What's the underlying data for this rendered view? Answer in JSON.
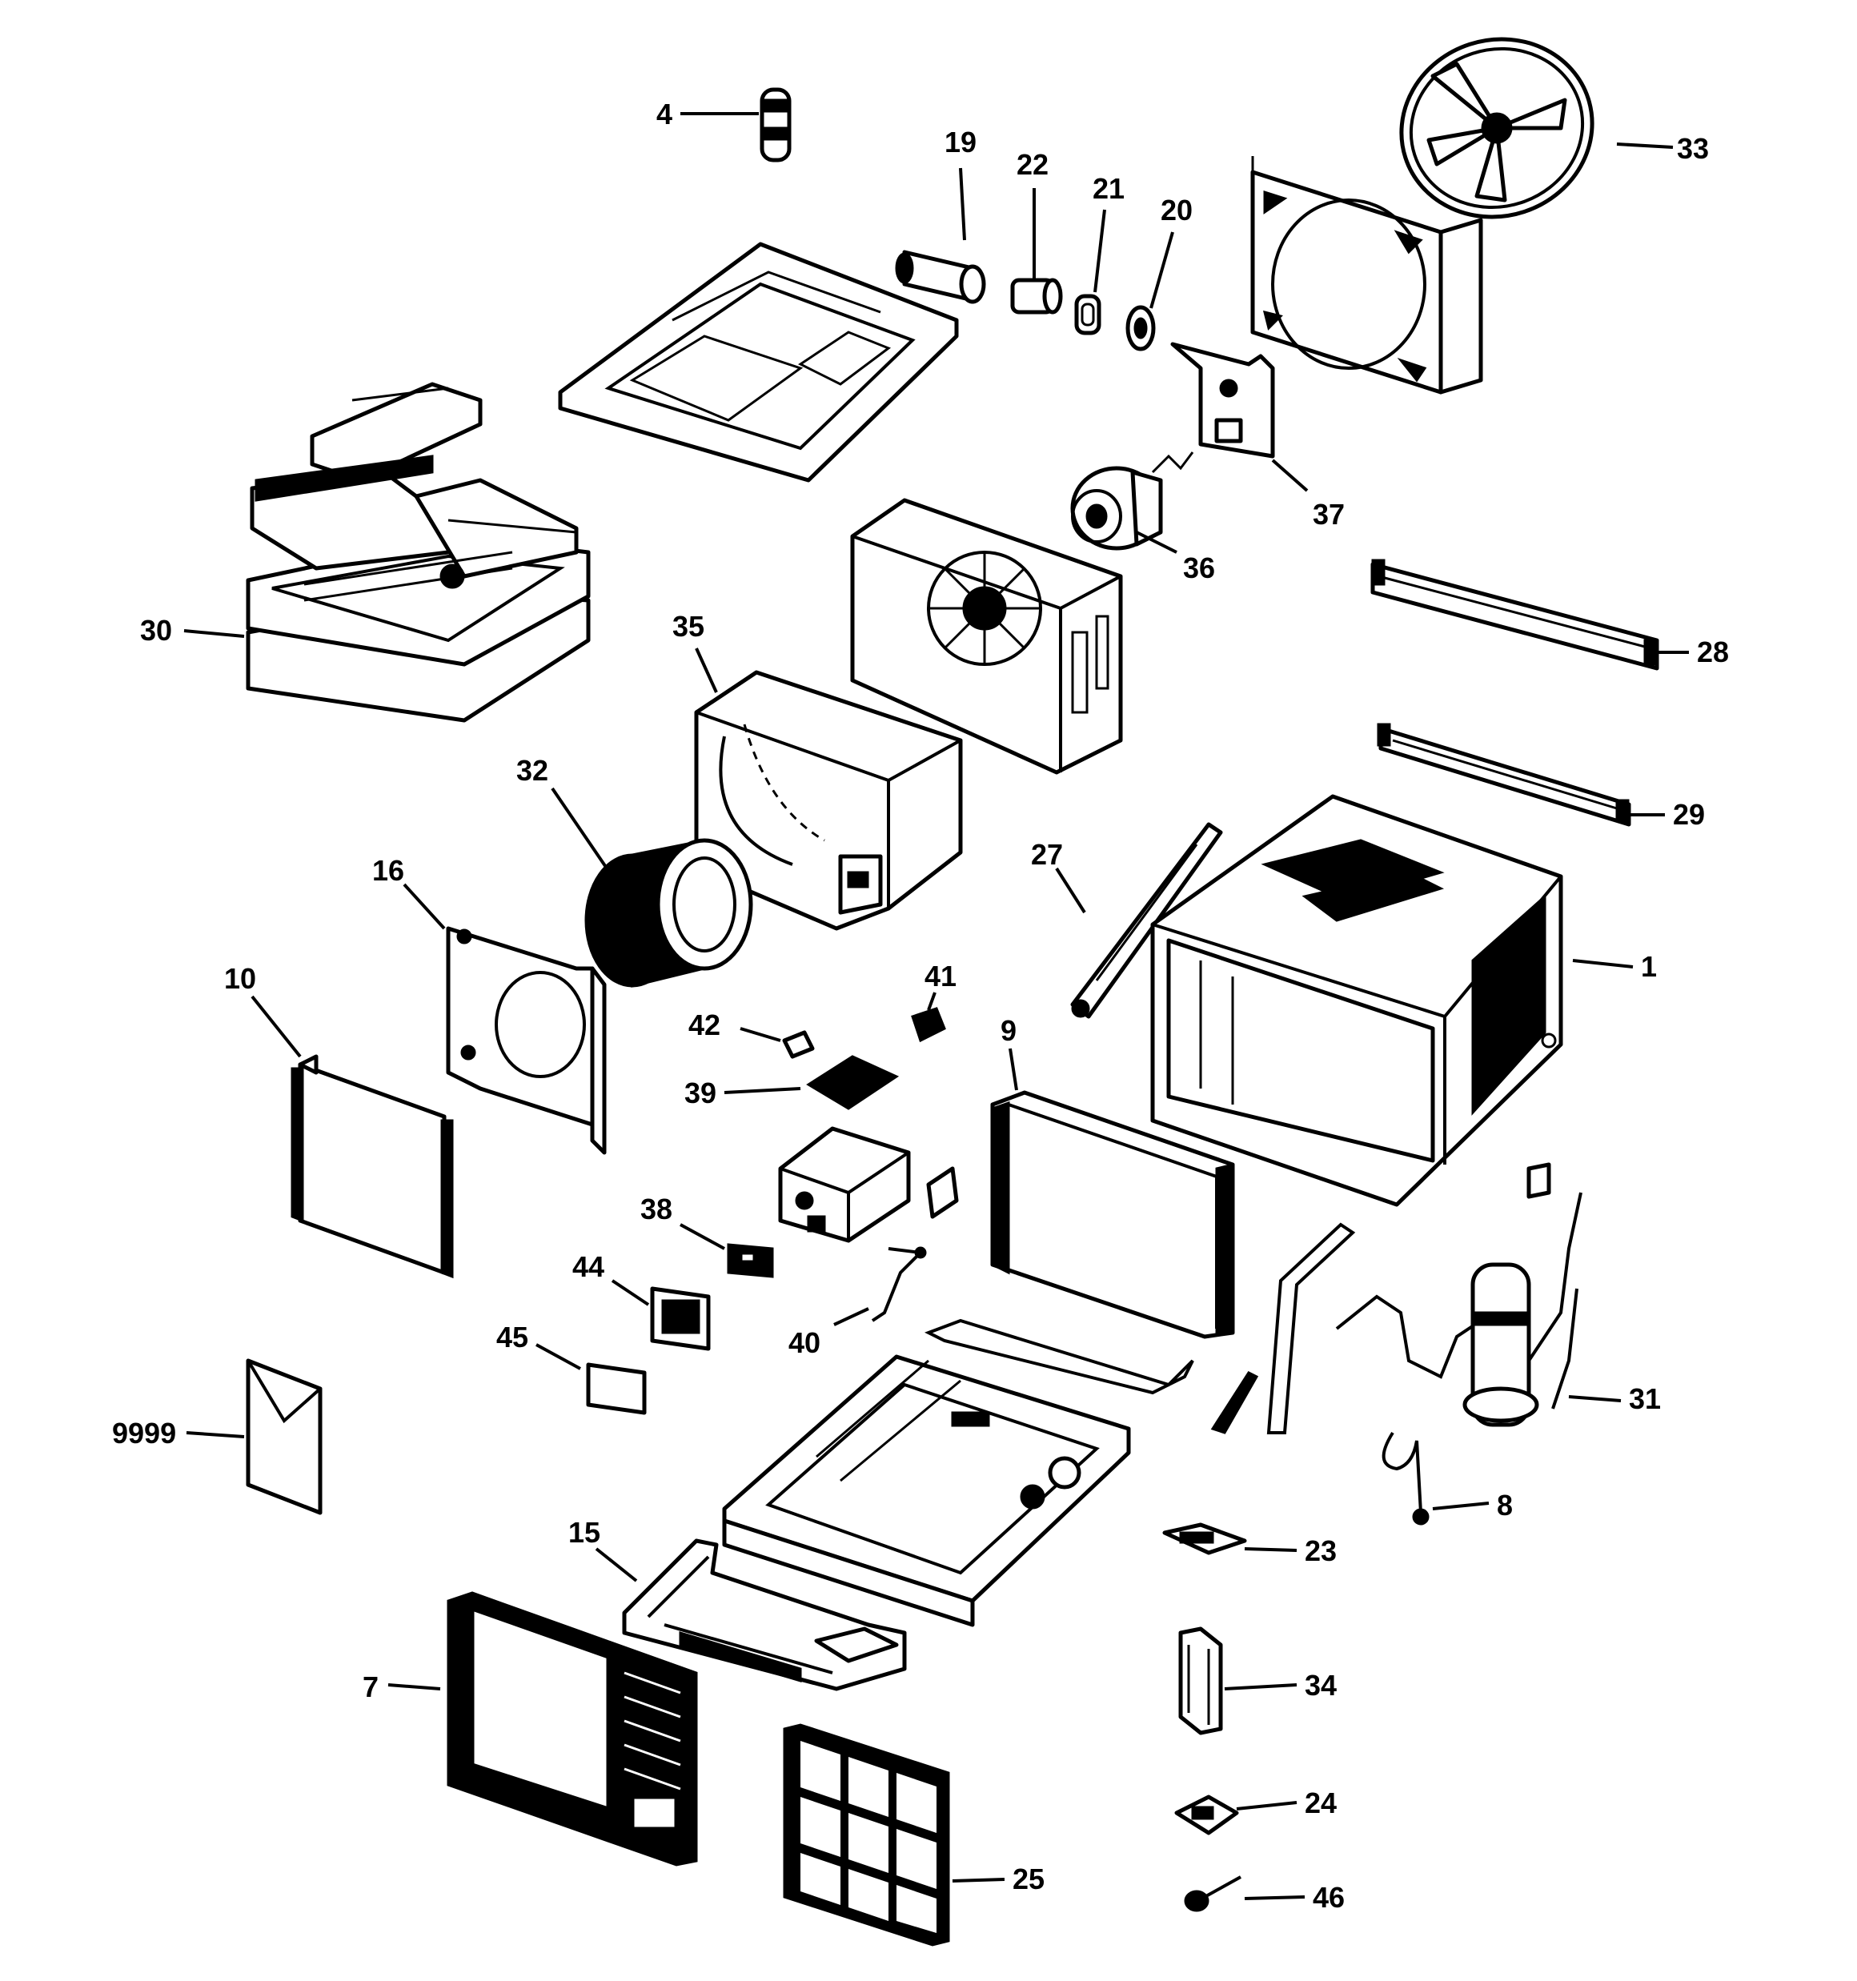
{
  "callouts": [
    {
      "id": "4",
      "label": "4"
    },
    {
      "id": "19",
      "label": "19"
    },
    {
      "id": "22",
      "label": "22"
    },
    {
      "id": "21",
      "label": "21"
    },
    {
      "id": "20",
      "label": "20"
    },
    {
      "id": "33",
      "label": "33"
    },
    {
      "id": "37",
      "label": "37"
    },
    {
      "id": "36",
      "label": "36"
    },
    {
      "id": "28",
      "label": "28"
    },
    {
      "id": "30",
      "label": "30"
    },
    {
      "id": "35",
      "label": "35"
    },
    {
      "id": "29",
      "label": "29"
    },
    {
      "id": "32",
      "label": "32"
    },
    {
      "id": "27",
      "label": "27"
    },
    {
      "id": "16",
      "label": "16"
    },
    {
      "id": "1",
      "label": "1"
    },
    {
      "id": "10",
      "label": "10"
    },
    {
      "id": "41",
      "label": "41"
    },
    {
      "id": "42",
      "label": "42"
    },
    {
      "id": "9",
      "label": "9"
    },
    {
      "id": "39",
      "label": "39"
    },
    {
      "id": "38",
      "label": "38"
    },
    {
      "id": "44",
      "label": "44"
    },
    {
      "id": "40",
      "label": "40"
    },
    {
      "id": "45",
      "label": "45"
    },
    {
      "id": "31",
      "label": "31"
    },
    {
      "id": "9999",
      "label": "9999"
    },
    {
      "id": "8",
      "label": "8"
    },
    {
      "id": "23",
      "label": "23"
    },
    {
      "id": "15",
      "label": "15"
    },
    {
      "id": "34",
      "label": "34"
    },
    {
      "id": "7",
      "label": "7"
    },
    {
      "id": "24",
      "label": "24"
    },
    {
      "id": "25",
      "label": "25"
    },
    {
      "id": "46",
      "label": "46"
    }
  ]
}
